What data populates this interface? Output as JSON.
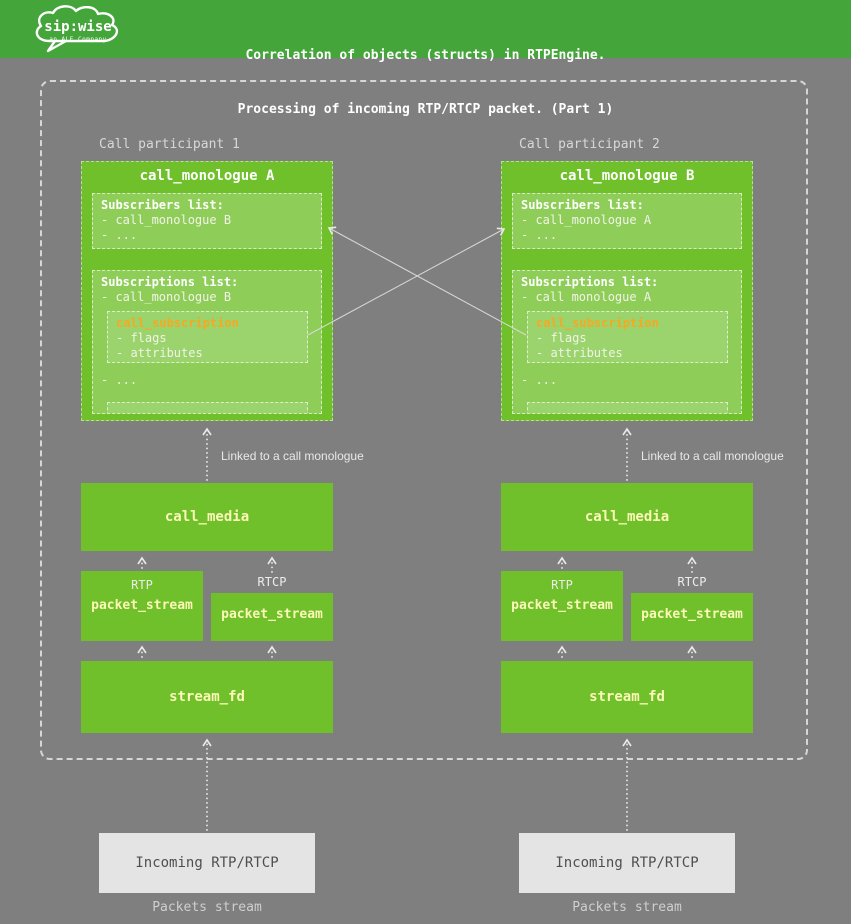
{
  "header": {
    "line1": "Correlation of objects (structs) in RTPEngine.",
    "line2": "Processing of incoming RTP/RTCP packet. (Part 1)",
    "logo_brand": "sip:wise",
    "logo_sub": "an ALE Company"
  },
  "diagram": {
    "participants": [
      {
        "label": "Call participant 1",
        "monologue_title": "call_monologue A",
        "subscribers_title": "Subscribers list:",
        "subscribers_items": [
          "- call_monologue B",
          "- ..."
        ],
        "subscriptions_title": "Subscriptions list:",
        "subscriptions_item": "- call_monologue B",
        "subscription_title": "call_subscription",
        "subscription_items": [
          "- flags",
          "- attributes"
        ],
        "subscriptions_more": "- ...",
        "link_label": "Linked to a call monologue",
        "call_media_label": "call_media",
        "rtp_label": "RTP",
        "rtcp_label": "RTCP",
        "packet_stream_label": "packet_stream",
        "stream_fd_label": "stream_fd",
        "incoming_label": "Incoming RTP/RTCP",
        "packets_stream_label": "Packets stream"
      },
      {
        "label": "Call participant 2",
        "monologue_title": "call_monologue B",
        "subscribers_title": "Subscribers list:",
        "subscribers_items": [
          "- call_monologue A",
          "- ..."
        ],
        "subscriptions_title": "Subscriptions list:",
        "subscriptions_item": "- call monologue A",
        "subscription_title": "call_subscription",
        "subscription_items": [
          "- flags",
          "- attributes"
        ],
        "subscriptions_more": "- ...",
        "link_label": "Linked to a call monologue",
        "call_media_label": "call_media",
        "rtp_label": "RTP",
        "rtcp_label": "RTCP",
        "packet_stream_label": "packet_stream",
        "stream_fd_label": "stream_fd",
        "incoming_label": "Incoming RTP/RTCP",
        "packets_stream_label": "Packets stream"
      }
    ]
  },
  "colors": {
    "header_green": "#44a53b",
    "node_green": "#6fc02a",
    "pale_yellow_label": "#fcf8b8",
    "subscription_orange": "#f7a823",
    "background_gray": "#7f7f7f",
    "incoming_box_gray": "#e4e4e4"
  }
}
